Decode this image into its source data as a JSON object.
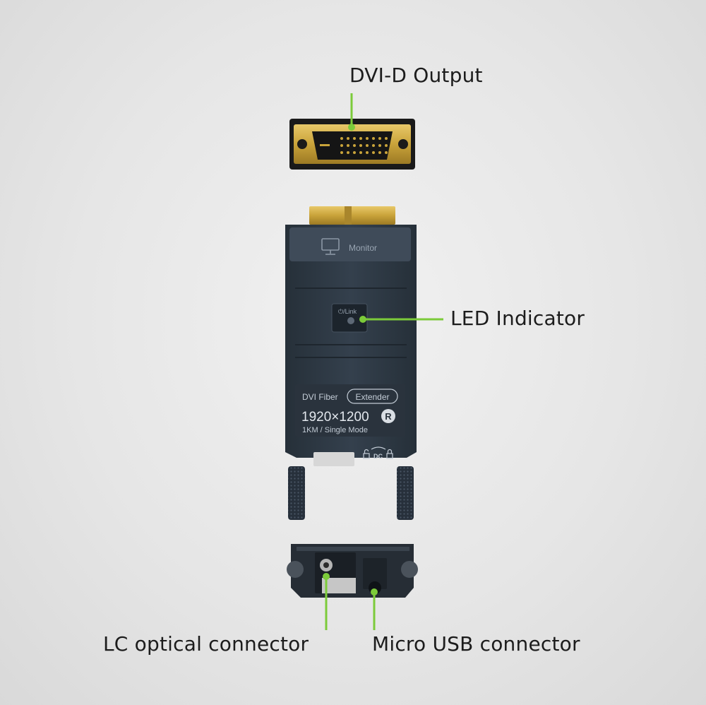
{
  "callouts": {
    "dvi_output": "DVI-D Output",
    "led_indicator": "LED Indicator",
    "lc_connector": "LC optical connector",
    "usb_connector": "Micro USB connector"
  },
  "device": {
    "monitor_label": "Monitor",
    "link_label": "⏻/Link",
    "product_line": "DVI Fiber",
    "product_type": "Extender",
    "resolution": "1920×1200",
    "resolution_badge": "R",
    "spec": "1KM / Single Mode",
    "dc_label": "DC"
  },
  "colors": {
    "accent_green": "#7ccb3a",
    "device_body": "#2d3744",
    "gold": "#c9a33a"
  }
}
